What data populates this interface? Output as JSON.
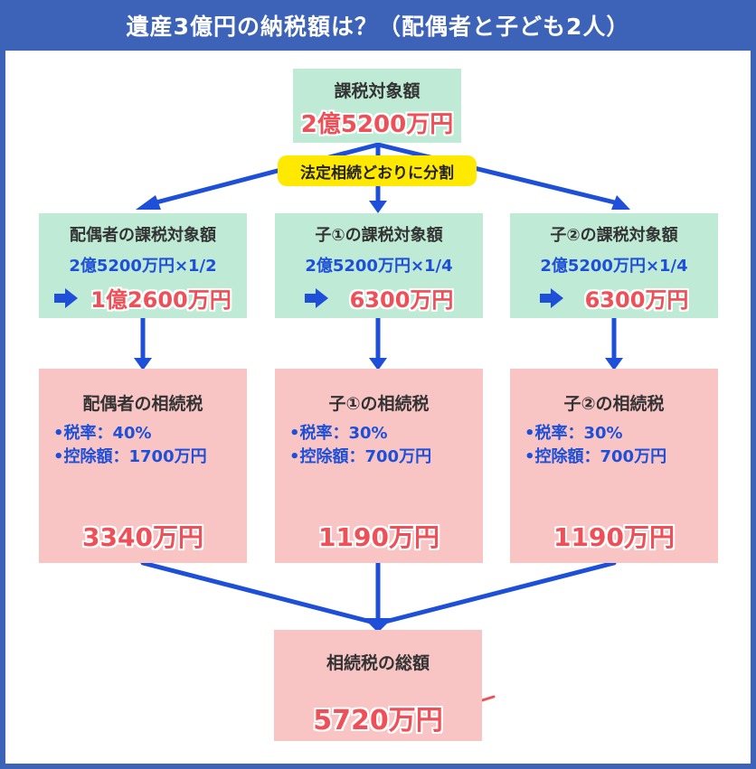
{
  "title": "遺産3億円の納税額は？（配偶者と子ども2人）",
  "root": {
    "label": "課税対象額",
    "amount": "2億5200万円"
  },
  "split_label": "法定相続どおりに分割",
  "heirs": [
    {
      "taxable_label": "配偶者の課税対象額",
      "formula": "2億5200万円×1/2",
      "taxable_amount": "1億2600万円",
      "tax_label": "配偶者の相続税",
      "rate": "•税率：40%",
      "deduction": "•控除額：1700万円",
      "tax_amount": "3340万円"
    },
    {
      "taxable_label": "子①の課税対象額",
      "formula": "2億5200万円×1/4",
      "taxable_amount": "6300万円",
      "tax_label": "子①の相続税",
      "rate": "•税率：30%",
      "deduction": "•控除額：700万円",
      "tax_amount": "1190万円"
    },
    {
      "taxable_label": "子②の課税対象額",
      "formula": "2億5200万円×1/4",
      "taxable_amount": "6300万円",
      "tax_label": "子②の相続税",
      "rate": "•税率：30%",
      "deduction": "•控除額：700万円",
      "tax_amount": "1190万円"
    }
  ],
  "total": {
    "label": "相続税の総額",
    "amount": "5720万円"
  },
  "colors": {
    "frame": "#3d63b8",
    "arrow": "#1d4fd8",
    "green_box": "#bfead6",
    "pink_box": "#f8c4c4",
    "highlight": "#ffe900",
    "red_text": "#ef4f57"
  },
  "icons": [
    "right-arrow-icon",
    "down-arrow-icon",
    "emphasis-lines-icon"
  ]
}
